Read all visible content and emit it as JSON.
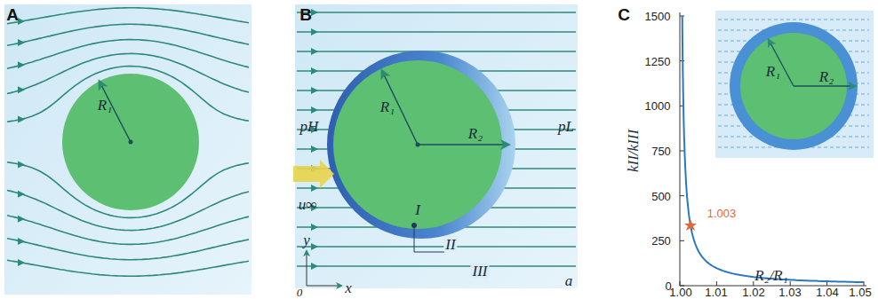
{
  "diagram": {
    "labels": [
      "A",
      "R₁",
      "B",
      "pH",
      "pL",
      "u∞",
      "R₁",
      "R₂",
      "I",
      "II",
      "III",
      "y",
      "0",
      "x",
      "a",
      "C",
      "1500",
      "1250",
      "1000",
      "750",
      "500",
      "250",
      "0",
      "kII/kIII",
      "1.003",
      "1.00",
      "1.01",
      "1.02",
      "1.03",
      "1.04",
      "1.05",
      "R₂/R₁",
      "R₁",
      "R₂"
    ]
  }
}
